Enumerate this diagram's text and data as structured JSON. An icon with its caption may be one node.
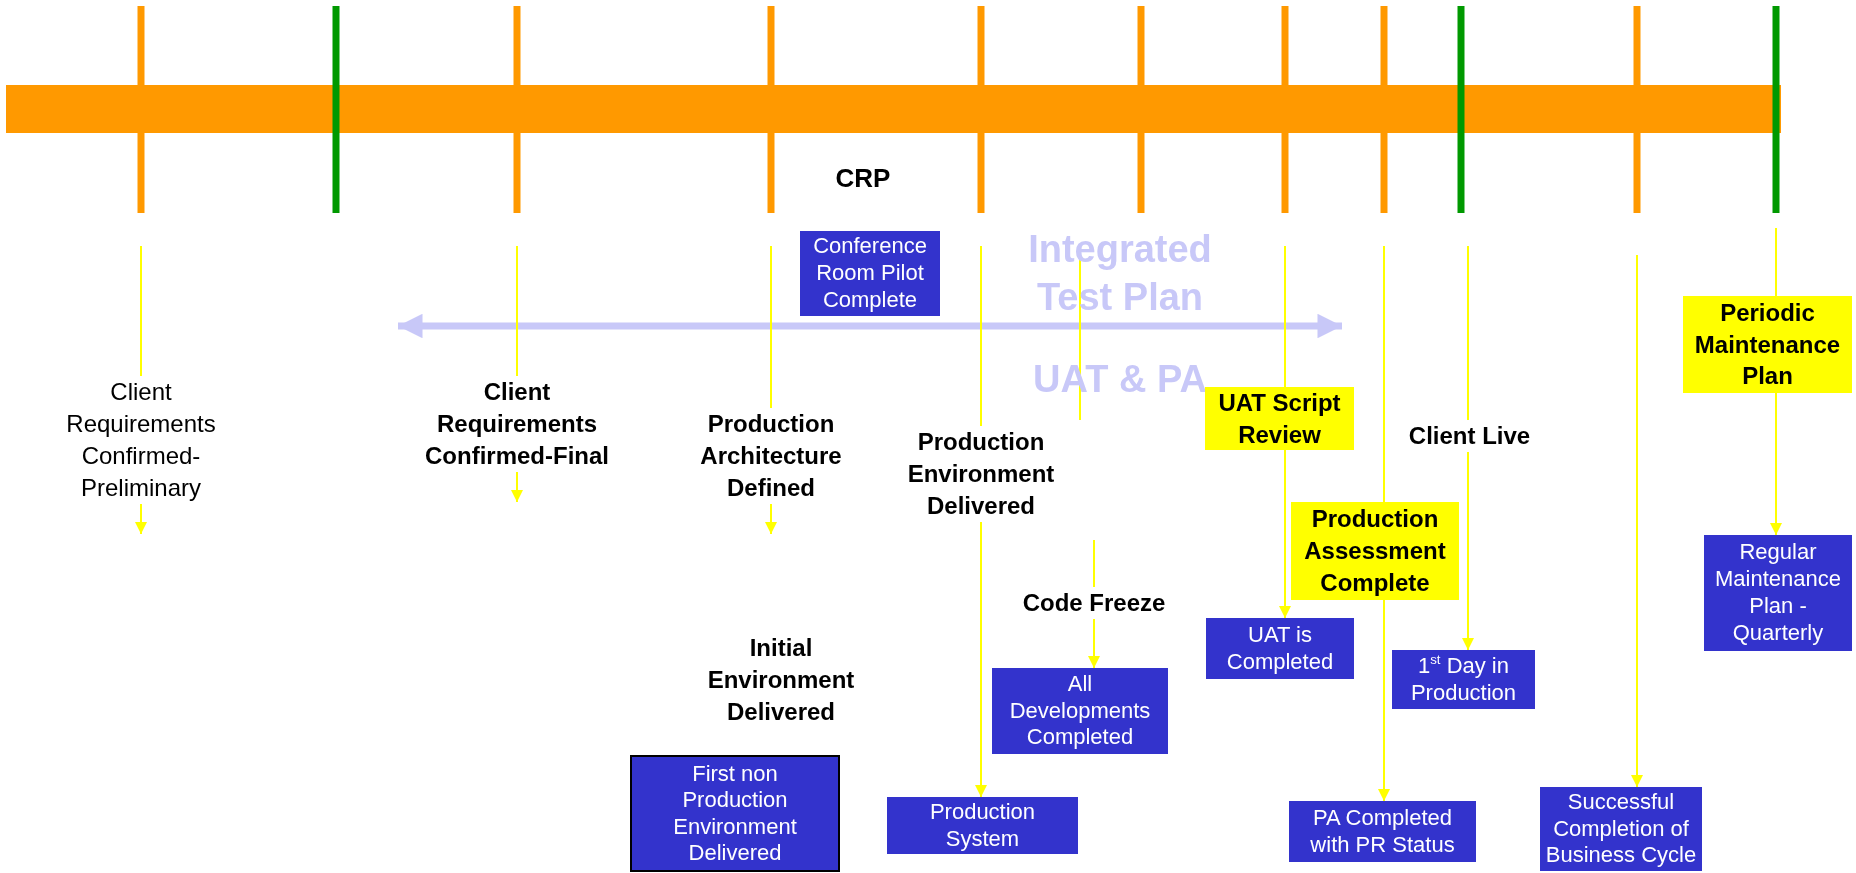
{
  "diagram": {
    "nodes": [
      {
        "text": [
          "Conference Room Pilot Complete"
        ]
      },
      {
        "text": [
          "Periodic Maintenance Plan"
        ]
      },
      {
        "text": [
          "Client Requirements Confirmed-Preliminary"
        ]
      },
      {
        "text": [
          "Client Requirements Confirmed-Final"
        ]
      },
      {
        "text": [
          "Production Architecture Defined"
        ]
      },
      {
        "text": [
          "Production Environment Delivered"
        ]
      },
      {
        "text": [
          "UAT Script Review"
        ]
      },
      {
        "text": [
          "Client Live"
        ]
      },
      {
        "text": [
          "Production Assessment Complete"
        ]
      },
      {
        "text": [
          "Code Freeze"
        ]
      },
      {
        "text": [
          "UAT is Completed"
        ]
      },
      {
        "text": [
          "Regular Maintenance Plan - Quarterly"
        ]
      },
      {
        "text": [
          "Initial Environment Delivered"
        ]
      },
      {
        "text": [
          "1$^{st}$ Day in Production"
        ]
      },
      {
        "text": [
          "All Developments Completed"
        ]
      },
      {
        "text": [
          "First non Production Environment Delivered"
        ]
      },
      {
        "text": [
          "Production System"
        ]
      },
      {
        "text": [
          "PA Completed with PR Status"
        ]
      },
      {
        "text": [
          "Successful Completion of Business Cycle"
        ]
      }
    ],
    "edges": [
      {
        "from": null,
        "to": 2,
        "arrow": "none"
      },
      {
        "from": 2,
        "to": null,
        "arrow": "to"
      },
      {
        "from": null,
        "to": 3,
        "arrow": "none"
      },
      {
        "from": 3,
        "to": null,
        "arrow": "to"
      },
      {
        "from": null,
        "to": 4,
        "arrow": "none"
      },
      {
        "from": 4,
        "to": null,
        "arrow": "to"
      },
      {
        "from": null,
        "to": 5,
        "arrow": "none"
      },
      {
        "from": 5,
        "to": 16,
        "arrow": "to"
      },
      {
        "from": null,
        "to": 9,
        "arrow": "none"
      },
      {
        "from": 9,
        "to": 14,
        "arrow": "to"
      },
      {
        "from": null,
        "to": 6,
        "arrow": "none"
      },
      {
        "from": 6,
        "to": 10,
        "arrow": "to"
      },
      {
        "from": null,
        "to": 8,
        "arrow": "none"
      },
      {
        "from": 8,
        "to": 17,
        "arrow": "to"
      },
      {
        "from": null,
        "to": 7,
        "arrow": "none"
      },
      {
        "from": 7,
        "to": 13,
        "arrow": "to"
      },
      {
        "from": null,
        "to": 18,
        "arrow": "to"
      },
      {
        "from": null,
        "to": 1,
        "arrow": "none"
      },
      {
        "from": 1,
        "to": 11,
        "arrow": "to"
      }
    ],
    "labels": [
      "CRP",
      "Integrated Test Plan",
      "UAT & PA"
    ]
  }
}
